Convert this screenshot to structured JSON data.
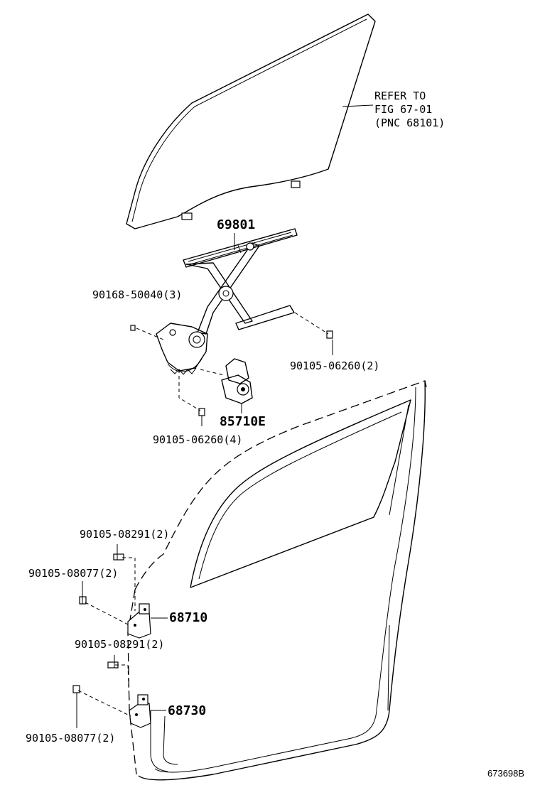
{
  "refer_note": {
    "line1": "REFER TO",
    "line2": "FIG 67-01",
    "line3": "(PNC 68101)"
  },
  "parts": {
    "regulator": "69801",
    "motor": "85710E",
    "hinge_upper": "68710",
    "hinge_lower": "68730"
  },
  "fasteners": {
    "screw_regulator": "90168-50040(3)",
    "bolt_regulator_right": "90105-06260(2)",
    "bolt_regulator_bottom": "90105-06260(4)",
    "bolt_upper_hinge_top": "90105-08291(2)",
    "bolt_upper_hinge_side": "90105-08077(2)",
    "bolt_lower_hinge_top": "90105-08291(2)",
    "bolt_lower_hinge_side": "90105-08077(2)"
  },
  "figure_code": "673698B"
}
